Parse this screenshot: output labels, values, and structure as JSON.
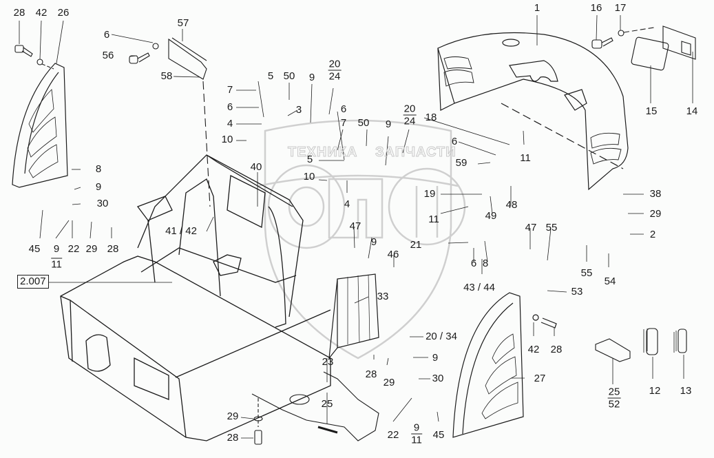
{
  "diagram": {
    "title": "Frame and hood assembly parts diagram",
    "reference_box": "2.007",
    "watermark": {
      "left": "ТЕХНИКА",
      "right": "ЗАПЧАСТИ",
      "logo": "ОПФ"
    },
    "colors": {
      "line": "#1a1a1a",
      "background": "#fbfcfb",
      "watermark": "#c8c8c8"
    }
  },
  "labels": [
    {
      "id": "l28a",
      "text": "28"
    },
    {
      "id": "l42a",
      "text": "42"
    },
    {
      "id": "l26",
      "text": "26"
    },
    {
      "id": "l57",
      "text": "57"
    },
    {
      "id": "l6a",
      "text": "6"
    },
    {
      "id": "l56",
      "text": "56"
    },
    {
      "id": "l58",
      "text": "58"
    },
    {
      "id": "l1",
      "text": "1"
    },
    {
      "id": "l16",
      "text": "16"
    },
    {
      "id": "l17",
      "text": "17"
    },
    {
      "id": "l15",
      "text": "15"
    },
    {
      "id": "l14",
      "text": "14"
    },
    {
      "id": "l7a",
      "text": "7"
    },
    {
      "id": "l6b",
      "text": "6"
    },
    {
      "id": "l4a",
      "text": "4"
    },
    {
      "id": "l10a",
      "text": "10"
    },
    {
      "id": "l5a",
      "text": "5"
    },
    {
      "id": "l50a",
      "text": "50"
    },
    {
      "id": "l3",
      "text": "3"
    },
    {
      "id": "l9a",
      "text": "9"
    },
    {
      "id": "l6c",
      "text": "6"
    },
    {
      "id": "l7b",
      "text": "7"
    },
    {
      "id": "l50b",
      "text": "50"
    },
    {
      "id": "l9b",
      "text": "9"
    },
    {
      "id": "l5b",
      "text": "5"
    },
    {
      "id": "l10b",
      "text": "10"
    },
    {
      "id": "l4b",
      "text": "4"
    },
    {
      "id": "l40",
      "text": "40"
    },
    {
      "id": "l18",
      "text": "18"
    },
    {
      "id": "l6d",
      "text": "6"
    },
    {
      "id": "l59",
      "text": "59"
    },
    {
      "id": "l11a",
      "text": "11"
    },
    {
      "id": "l8a",
      "text": "8"
    },
    {
      "id": "l9c",
      "text": "9"
    },
    {
      "id": "l30a",
      "text": "30"
    },
    {
      "id": "l45a",
      "text": "45"
    },
    {
      "id": "l9d",
      "text": "9"
    },
    {
      "id": "l22a",
      "text": "22"
    },
    {
      "id": "l29a",
      "text": "29"
    },
    {
      "id": "l28b",
      "text": "28"
    },
    {
      "id": "l4142",
      "text": "41 / 42"
    },
    {
      "id": "l47a",
      "text": "47"
    },
    {
      "id": "l9e",
      "text": "9"
    },
    {
      "id": "l46",
      "text": "46"
    },
    {
      "id": "l19",
      "text": "19"
    },
    {
      "id": "l11b",
      "text": "11"
    },
    {
      "id": "l21",
      "text": "21"
    },
    {
      "id": "l6e",
      "text": "6"
    },
    {
      "id": "l8b",
      "text": "8"
    },
    {
      "id": "l48",
      "text": "48"
    },
    {
      "id": "l49",
      "text": "49"
    },
    {
      "id": "l4344",
      "text": "43 / 44"
    },
    {
      "id": "l33",
      "text": "33"
    },
    {
      "id": "l38",
      "text": "38"
    },
    {
      "id": "l29b",
      "text": "29"
    },
    {
      "id": "l2",
      "text": "2"
    },
    {
      "id": "l47b",
      "text": "47"
    },
    {
      "id": "l55a",
      "text": "55"
    },
    {
      "id": "l55b",
      "text": "55"
    },
    {
      "id": "l54",
      "text": "54"
    },
    {
      "id": "l53",
      "text": "53"
    },
    {
      "id": "l42b",
      "text": "42"
    },
    {
      "id": "l28c",
      "text": "28"
    },
    {
      "id": "l2034",
      "text": "20 / 34"
    },
    {
      "id": "l9f",
      "text": "9"
    },
    {
      "id": "l28d",
      "text": "28"
    },
    {
      "id": "l29c",
      "text": "29"
    },
    {
      "id": "l30b",
      "text": "30"
    },
    {
      "id": "l27",
      "text": "27"
    },
    {
      "id": "l23",
      "text": "23"
    },
    {
      "id": "l25a",
      "text": "25"
    },
    {
      "id": "l22b",
      "text": "22"
    },
    {
      "id": "l45b",
      "text": "45"
    },
    {
      "id": "l29d",
      "text": "29"
    },
    {
      "id": "l28e",
      "text": "28"
    },
    {
      "id": "l12",
      "text": "12"
    },
    {
      "id": "l13",
      "text": "13"
    }
  ],
  "fractions": [
    {
      "id": "f2024a",
      "num": "20",
      "den": "24"
    },
    {
      "id": "f2024b",
      "num": "20",
      "den": "24"
    },
    {
      "id": "f911a",
      "num": "9",
      "den": "11"
    },
    {
      "id": "f911b",
      "num": "9",
      "den": "11"
    },
    {
      "id": "f2552",
      "num": "25",
      "den": "52"
    }
  ]
}
